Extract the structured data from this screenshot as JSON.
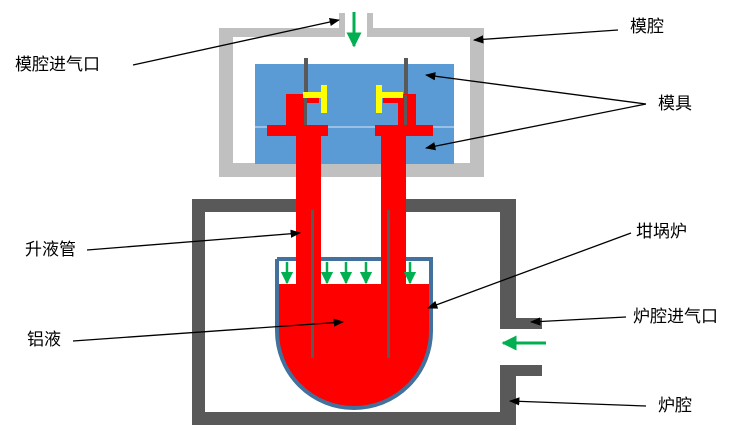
{
  "labels": {
    "mold_cavity": "模腔",
    "mold_cavity_inlet": "模腔进气口",
    "mold": "模具",
    "riser_tube": "升液管",
    "crucible": "坩埚炉",
    "aluminum_liquid": "铝液",
    "furnace_inlet": "炉腔进气口",
    "furnace_chamber": "炉腔"
  },
  "colors": {
    "mold_cavity_wall": "#c0c0c0",
    "furnace_wall": "#595959",
    "mold": "#5b9bd5",
    "molten_aluminum": "#ff0000",
    "crucible_outline": "#41719c",
    "clamp": "#ffff00",
    "gas_arrow": "#00b050",
    "leader_line": "#000000"
  }
}
